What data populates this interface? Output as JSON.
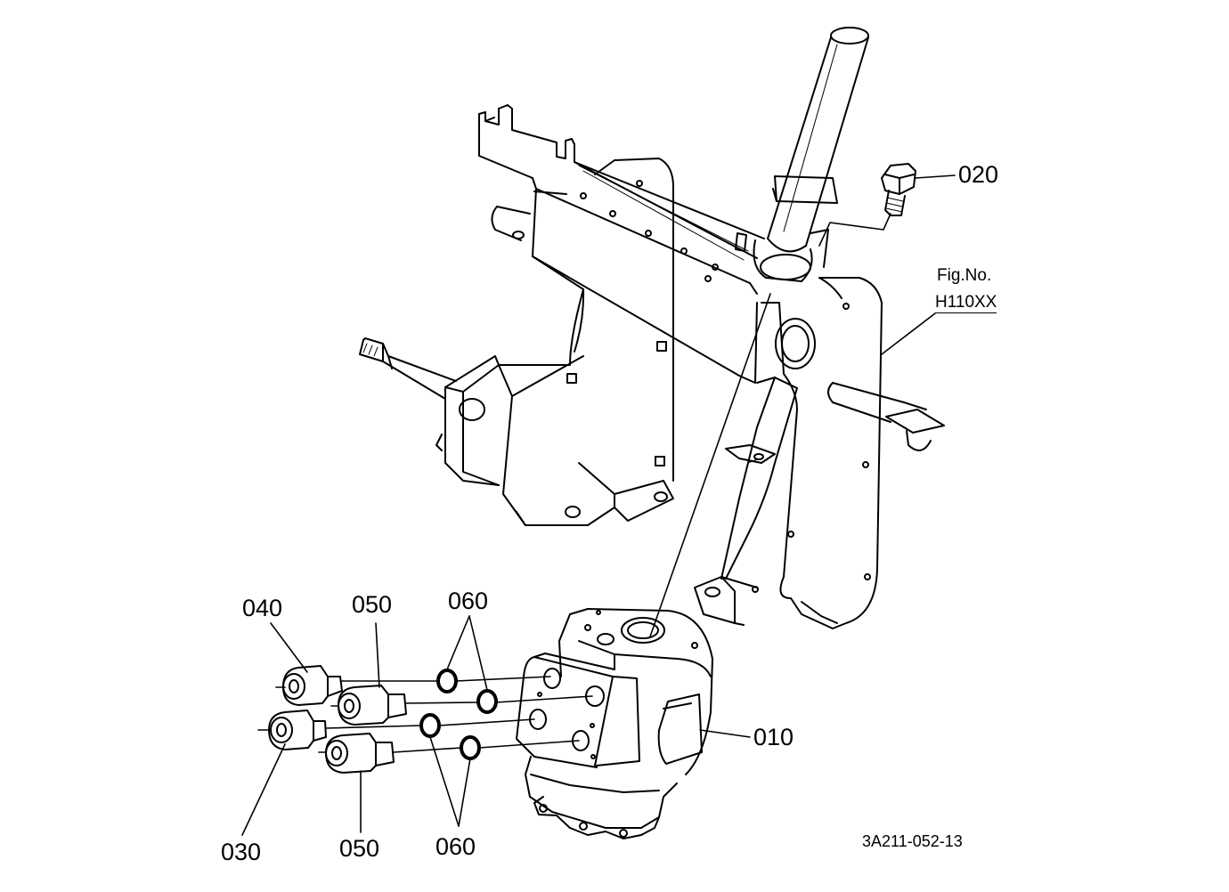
{
  "diagram": {
    "figure_ref": {
      "line1": "Fig.No.",
      "line2": "H110XX"
    },
    "drawing_code": "3A211-052-13",
    "parts": [
      {
        "id": "p010",
        "label": "010"
      },
      {
        "id": "p020",
        "label": "020"
      },
      {
        "id": "p030",
        "label": "030"
      },
      {
        "id": "p040",
        "label": "040"
      },
      {
        "id": "p050a",
        "label": "050"
      },
      {
        "id": "p050b",
        "label": "050"
      },
      {
        "id": "p060a",
        "label": "060"
      },
      {
        "id": "p060b",
        "label": "060"
      }
    ]
  }
}
